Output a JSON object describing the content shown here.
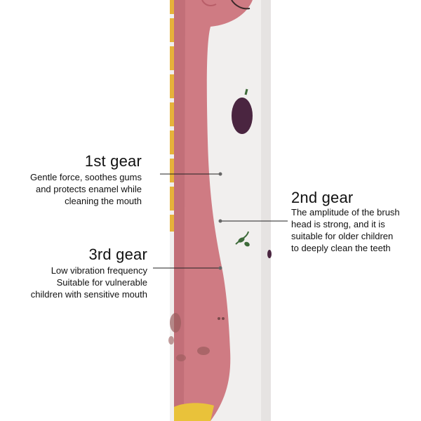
{
  "gears": [
    {
      "title": "1st gear",
      "lines": [
        "Gentle force, soothes gums",
        "and protects enamel while",
        "cleaning the mouth"
      ]
    },
    {
      "title": "2nd gear",
      "lines": [
        "The amplitude of the brush",
        "head is strong, and it is",
        "suitable for older children",
        "to deeply clean the teeth"
      ]
    },
    {
      "title": "3rd gear",
      "lines": [
        "Low vibration frequency",
        "Suitable for vulnerable",
        "children with sensitive mouth"
      ]
    }
  ],
  "colors": {
    "handle_white": "#f1efee",
    "giraffe_pink": "#cf7b83",
    "giraffe_dark": "#b85e68",
    "spot_brown": "#9a5c5c",
    "stripe_yellow": "#e6b23a",
    "base_yellow": "#e9c23a",
    "plum_purple": "#4a2540",
    "leaf_green": "#3e6b3a",
    "line_black": "#222222"
  },
  "icons": [
    "giraffe-figure",
    "plum-icon",
    "leaf-icon"
  ]
}
